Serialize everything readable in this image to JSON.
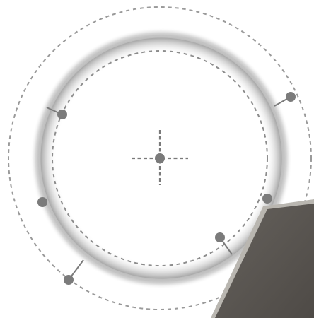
{
  "diagram": {
    "colors": {
      "background": "#ffffff",
      "ring_shadow": "#8e8e8e",
      "dashed_line": "#9a9a9a",
      "marker": "#7b7b7b",
      "crosshair": "#7a7a7a",
      "device_panel": "#5a5651",
      "device_edge": "#b9b6b0"
    },
    "elements": {
      "outer_dashed_ring": "outer-dashed-ring",
      "shadowed_ring": "shadowed-ring",
      "inner_dashed_ring": "inner-dashed-ring",
      "center_crosshair": "center-crosshair",
      "marker_points": 6,
      "device_corner": "device-corner"
    }
  }
}
